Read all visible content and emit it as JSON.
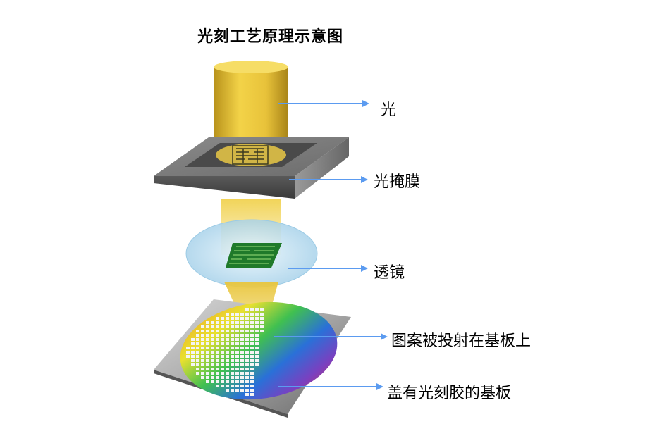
{
  "title": "光刻工艺原理示意图",
  "labels": {
    "light": "光",
    "photomask": "光掩膜",
    "lens": "透镜",
    "pattern_projected": "图案被投射在基板上",
    "coated_substrate": "盖有光刻胶的基板"
  },
  "colors": {
    "light_beam": "#e2b92a",
    "arrow": "#5b9bf0",
    "mask_frame": "#5f5f5f",
    "lens": "#bfe0f2",
    "pattern": "#1f7a2a"
  }
}
